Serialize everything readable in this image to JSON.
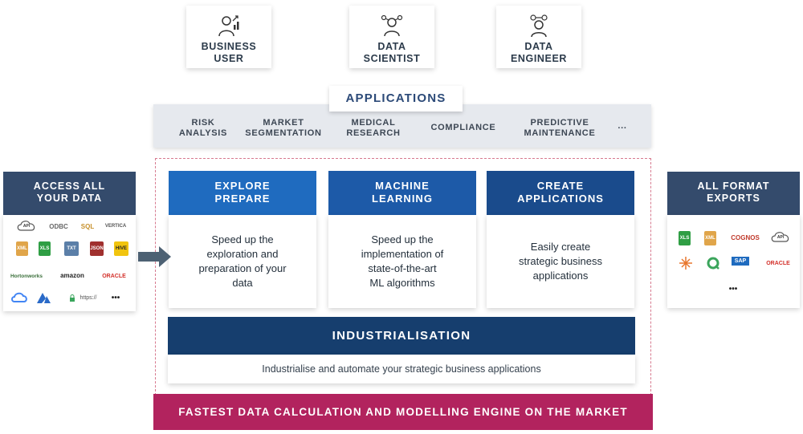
{
  "roles": [
    {
      "label": "BUSINESS\nUSER",
      "icon": "business-user-icon"
    },
    {
      "label": "DATA\nSCIENTIST",
      "icon": "data-scientist-icon"
    },
    {
      "label": "DATA\nENGINEER",
      "icon": "data-engineer-icon"
    }
  ],
  "applications": {
    "title": "APPLICATIONS",
    "items": [
      "RISK\nANALYSIS",
      "MARKET\nSEGMENTATION",
      "MEDICAL\nRESEARCH",
      "COMPLIANCE",
      "PREDICTIVE\nMAINTENANCE",
      "..."
    ]
  },
  "stages": [
    {
      "title": "EXPLORE\nPREPARE",
      "text": "Speed up the\nexploration and\npreparation of your\ndata",
      "color": "#1f6bbf"
    },
    {
      "title": "MACHINE\nLEARNING",
      "text": "Speed up the\nimplementation of\nstate-of-the-art\nML algorithms",
      "color": "#1d5aa8"
    },
    {
      "title": "CREATE\nAPPLICATIONS",
      "text": "Easily create\nstrategic business\napplications",
      "color": "#1a4b8c"
    }
  ],
  "industrialisation": {
    "title": "INDUSTRIALISATION",
    "text": "Industrialise and automate your strategic business applications"
  },
  "engine": {
    "text": "FASTEST DATA CALCULATION AND MODELLING ENGINE ON THE MARKET"
  },
  "access": {
    "title": "ACCESS ALL\nYOUR DATA",
    "logos": {
      "api": "APi",
      "odbc": "ODBC",
      "sql": "SQL",
      "vertica": "VERTICA",
      "xml": "XML",
      "xls": "XLS",
      "txt": "TXT",
      "json": "JSON",
      "hive": "HIVE",
      "hortonworks": "Hortonworks",
      "amazon": "amazon",
      "oracle": "ORACLE",
      "https": "https://",
      "more": "•••"
    }
  },
  "exports": {
    "title": "ALL FORMAT\nEXPORTS",
    "logos": {
      "xls": "XLS",
      "xml": "XML",
      "cognos": "COGNOS",
      "api": "APi",
      "sap": "SAP",
      "oracle": "ORACLE",
      "more": "•••"
    }
  },
  "colors": {
    "navy": "#163e6e",
    "side_head": "#344b6c",
    "engine": "#b2235e",
    "dash": "#d77a8f",
    "apps_bg": "#e6e9ee"
  }
}
